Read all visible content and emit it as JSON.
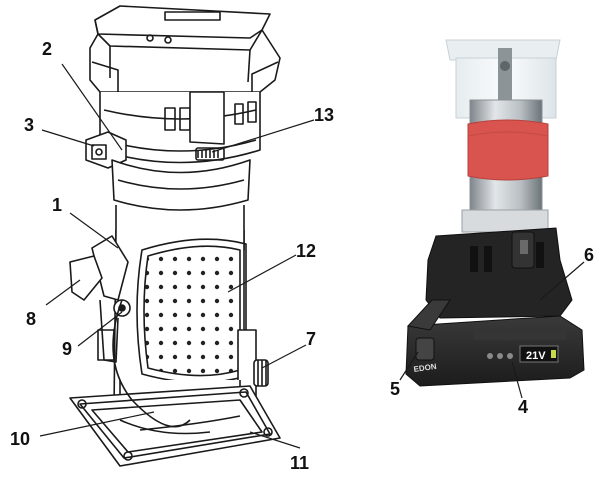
{
  "callouts": [
    {
      "id": "1",
      "label": "1"
    },
    {
      "id": "2",
      "label": "2"
    },
    {
      "id": "3",
      "label": "3"
    },
    {
      "id": "4",
      "label": "4"
    },
    {
      "id": "5",
      "label": "5"
    },
    {
      "id": "6",
      "label": "6"
    },
    {
      "id": "7",
      "label": "7"
    },
    {
      "id": "8",
      "label": "8"
    },
    {
      "id": "9",
      "label": "9"
    },
    {
      "id": "10",
      "label": "10"
    },
    {
      "id": "11",
      "label": "11"
    },
    {
      "id": "12",
      "label": "12"
    },
    {
      "id": "13",
      "label": "13"
    }
  ],
  "battery": {
    "voltage": "21V",
    "brand": "EDON"
  },
  "colors": {
    "line": "#1a1a1a",
    "grip": "#d9544f",
    "battery_body": "#2b2b2b",
    "accent": "#c8d94a"
  }
}
